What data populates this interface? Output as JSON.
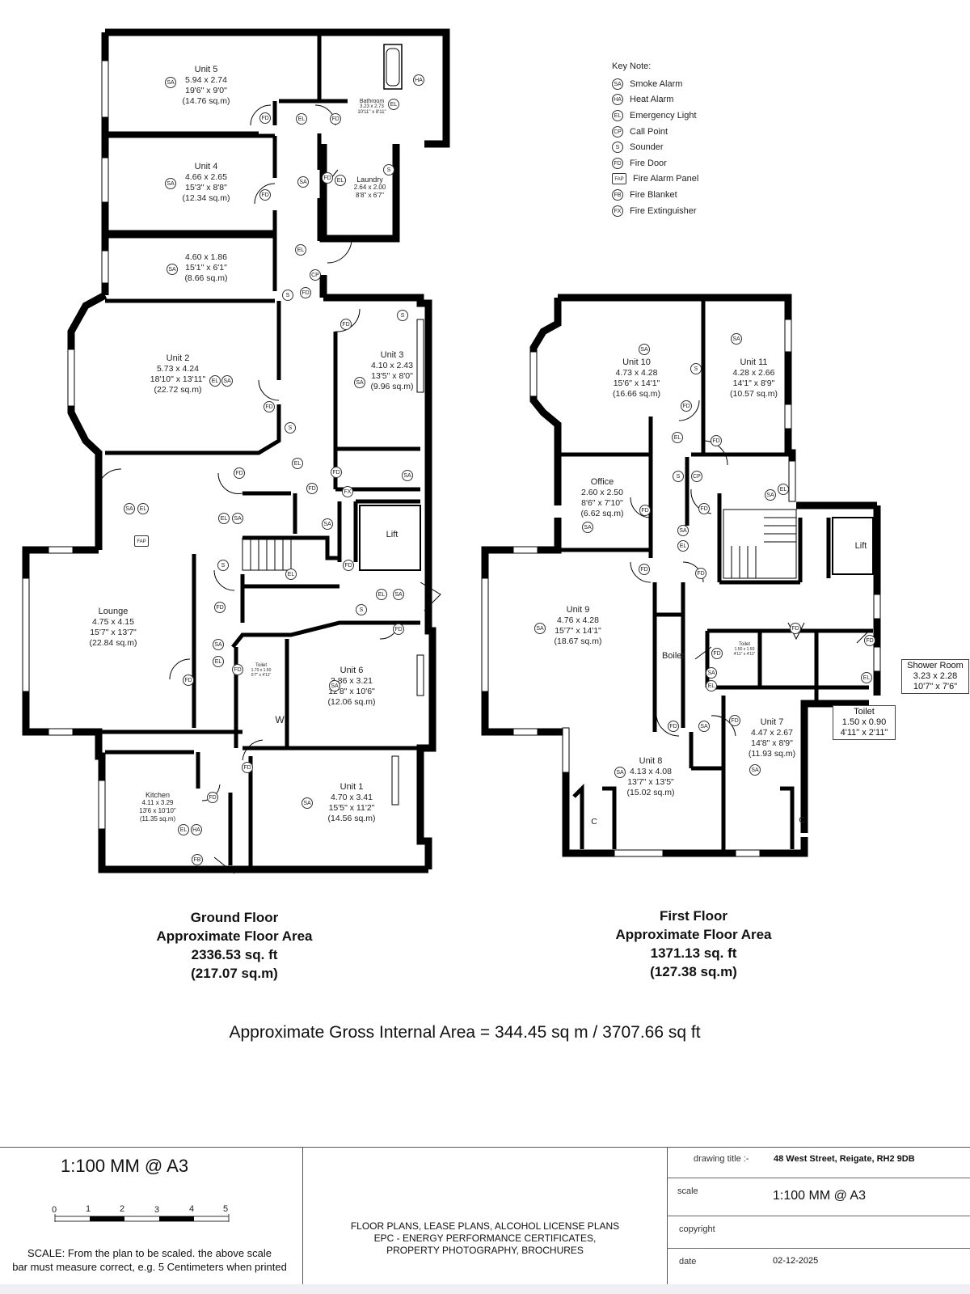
{
  "key_note": {
    "title": "Key Note:",
    "items": [
      {
        "code": "SA",
        "label": "Smoke Alarm"
      },
      {
        "code": "HA",
        "label": "Heat Alarm"
      },
      {
        "code": "EL",
        "label": "Emergency Light"
      },
      {
        "code": "CP",
        "label": "Call Point"
      },
      {
        "code": "S",
        "label": "Sounder"
      },
      {
        "code": "FD",
        "label": "Fire Door"
      },
      {
        "code": "FAP",
        "label": "Fire Alarm Panel"
      },
      {
        "code": "FB",
        "label": "Fire Blanket"
      },
      {
        "code": "FX",
        "label": "Fire Extinguisher"
      }
    ]
  },
  "ground_floor": {
    "rooms": {
      "unit5": {
        "name": "Unit 5",
        "metric": "5.94 x 2.74",
        "imperial": "19'6\" x 9'0\"",
        "area": "(14.76 sq.m)"
      },
      "unit4": {
        "name": "Unit 4",
        "metric": "4.66 x 2.65",
        "imperial": "15'3\" x 8'8\"",
        "area": "(12.34 sq.m)"
      },
      "room_small": {
        "metric": "4.60 x 1.86",
        "imperial": "15'1\" x 6'1\"",
        "area": "(8.66 sq.m)"
      },
      "bathroom": {
        "name": "Bathroom",
        "metric": "3.23 x 2.73",
        "imperial": "10'11\" x 8'11\""
      },
      "laundry": {
        "name": "Laundry",
        "metric": "2.64 x 2.00",
        "imperial": "8'8\" x 6'7\""
      },
      "unit2": {
        "name": "Unit 2",
        "metric": "5.73 x 4.24",
        "imperial": "18'10\" x 13'11\"",
        "area": "(22.72 sq.m)"
      },
      "unit3": {
        "name": "Unit 3",
        "metric": "4.10 x 2.43",
        "imperial": "13'5\" x 8'0\"",
        "area": "(9.96 sq.m)"
      },
      "lift": {
        "name": "Lift"
      },
      "lounge": {
        "name": "Lounge",
        "metric": "4.75 x 4.15",
        "imperial": "15'7\" x 13'7\"",
        "area": "(22.84 sq.m)"
      },
      "toilet": {
        "name": "Toilet",
        "metric": "1.70 x 1.50",
        "imperial": "5'7\" x 4'11\""
      },
      "wardrobe": {
        "name": "W"
      },
      "unit6": {
        "name": "Unit 6",
        "metric": "3.86 x 3.21",
        "imperial": "12'8\" x 10'6\"",
        "area": "(12.06 sq.m)"
      },
      "kitchen": {
        "name": "Kitchen",
        "metric": "4.11 x 3.29",
        "imperial": "13'6 x 10'10\"",
        "area": "(11.35 sq.m)"
      },
      "unit1": {
        "name": "Unit 1",
        "metric": "4.70 x 3.41",
        "imperial": "15'5\" x 11'2\"",
        "area": "(14.56 sq.m)"
      }
    },
    "summary": {
      "title": "Ground Floor",
      "subtitle": "Approximate Floor Area",
      "sqft": "2336.53 sq. ft",
      "sqm": "(217.07 sq.m)"
    }
  },
  "first_floor": {
    "rooms": {
      "unit10": {
        "name": "Unit 10",
        "metric": "4.73 x 4.28",
        "imperial": "15'6\" x 14'1\"",
        "area": "(16.66 sq.m)"
      },
      "unit11": {
        "name": "Unit 11",
        "metric": "4.28 x 2.66",
        "imperial": "14'1\" x 8'9\"",
        "area": "(10.57 sq.m)"
      },
      "office": {
        "name": "Office",
        "metric": "2.60 x 2.50",
        "imperial": "8'6\" x 7'10\"",
        "area": "(6.62 sq.m)"
      },
      "lift": {
        "name": "Lift"
      },
      "unit9": {
        "name": "Unit 9",
        "metric": "4.76 x 4.28",
        "imperial": "15'7\" x 14'1\"",
        "area": "(18.67 sq.m)"
      },
      "boiler": {
        "name": "Boiler"
      },
      "toilet_a": {
        "name": "Toilet",
        "metric": "1.50 x 1.50",
        "imperial": "4'11\" x 4'11\""
      },
      "shower_room": {
        "name": "Shower Room",
        "metric": "3.23 x 2.28",
        "imperial": "10'7\" x 7'6\""
      },
      "toilet_b": {
        "name": "Toilet",
        "metric": "1.50 x 0.90",
        "imperial": "4'11\" x 2'11\""
      },
      "unit8": {
        "name": "Unit 8",
        "metric": "4.13 x 4.08",
        "imperial": "13'7\" x 13'5\"",
        "area": "(15.02 sq.m)"
      },
      "unit7": {
        "name": "Unit 7",
        "metric": "4.47 x 2.67",
        "imperial": "14'8\" x 8'9\"",
        "area": "(11.93 sq.m)"
      },
      "cupboard": {
        "name": "C"
      }
    },
    "summary": {
      "title": "First Floor",
      "subtitle": "Approximate Floor Area",
      "sqft": "1371.13 sq. ft",
      "sqm": "(127.38 sq.m)"
    }
  },
  "gross_area": "Approximate Gross Internal Area = 344.45 sq m / 3707.66 sq ft",
  "title_block": {
    "scale_heading": "1:100 MM @ A3",
    "scale_ticks": [
      "0",
      "1",
      "2",
      "3",
      "4",
      "5"
    ],
    "scale_note_1": "SCALE: From the plan to be scaled. the above scale",
    "scale_note_2": "bar must measure correct, e.g. 5 Centimeters when printed",
    "services_1": "FLOOR PLANS, LEASE PLANS, ALCOHOL LICENSE PLANS",
    "services_2": "EPC - ENERGY PERFORMANCE CERTIFICATES,",
    "services_3": "PROPERTY PHOTOGRAPHY, BROCHURES",
    "drawing_title_label": "drawing title :-",
    "drawing_title_value": "48 West Street, Reigate, RH2 9DB",
    "scale_label": "scale",
    "scale_value": "1:100 MM @ A3",
    "copyright_label": "copyright",
    "copyright_value": "",
    "date_label": "date",
    "date_value": "02-12-2025"
  }
}
